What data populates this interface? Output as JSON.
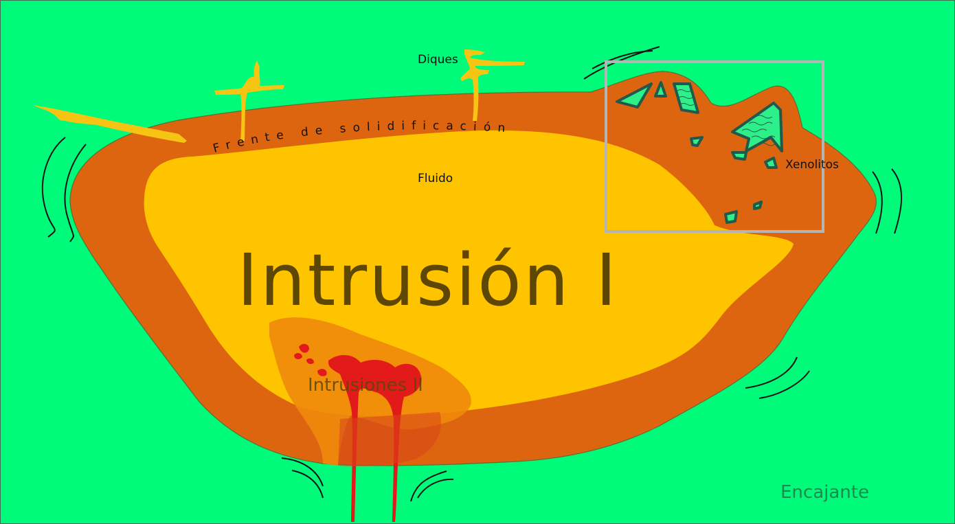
{
  "labels": {
    "title": "Intrusión I",
    "fluid": "Fluido",
    "dikes": "Diques",
    "solidification_front": "Frente de solidificación",
    "xenoliths": "Xenolitos",
    "second_intrusions": "Intrusiones II",
    "host_rock": "Encajante"
  },
  "colors": {
    "host_rock": "#00fa7a",
    "crust": "#de650f",
    "fluid": "#ffc400",
    "dike": "#f6c514",
    "intrusion_ii_zone": "#f08a0c",
    "intrusion_ii_melt": "#e21a1a",
    "xenolith_fill": "#2ef08a",
    "xenolith_outline": "#22594a",
    "frame": "#b5b5b5",
    "title_text": "#5e4704",
    "host_label_text": "#1c8a50"
  }
}
